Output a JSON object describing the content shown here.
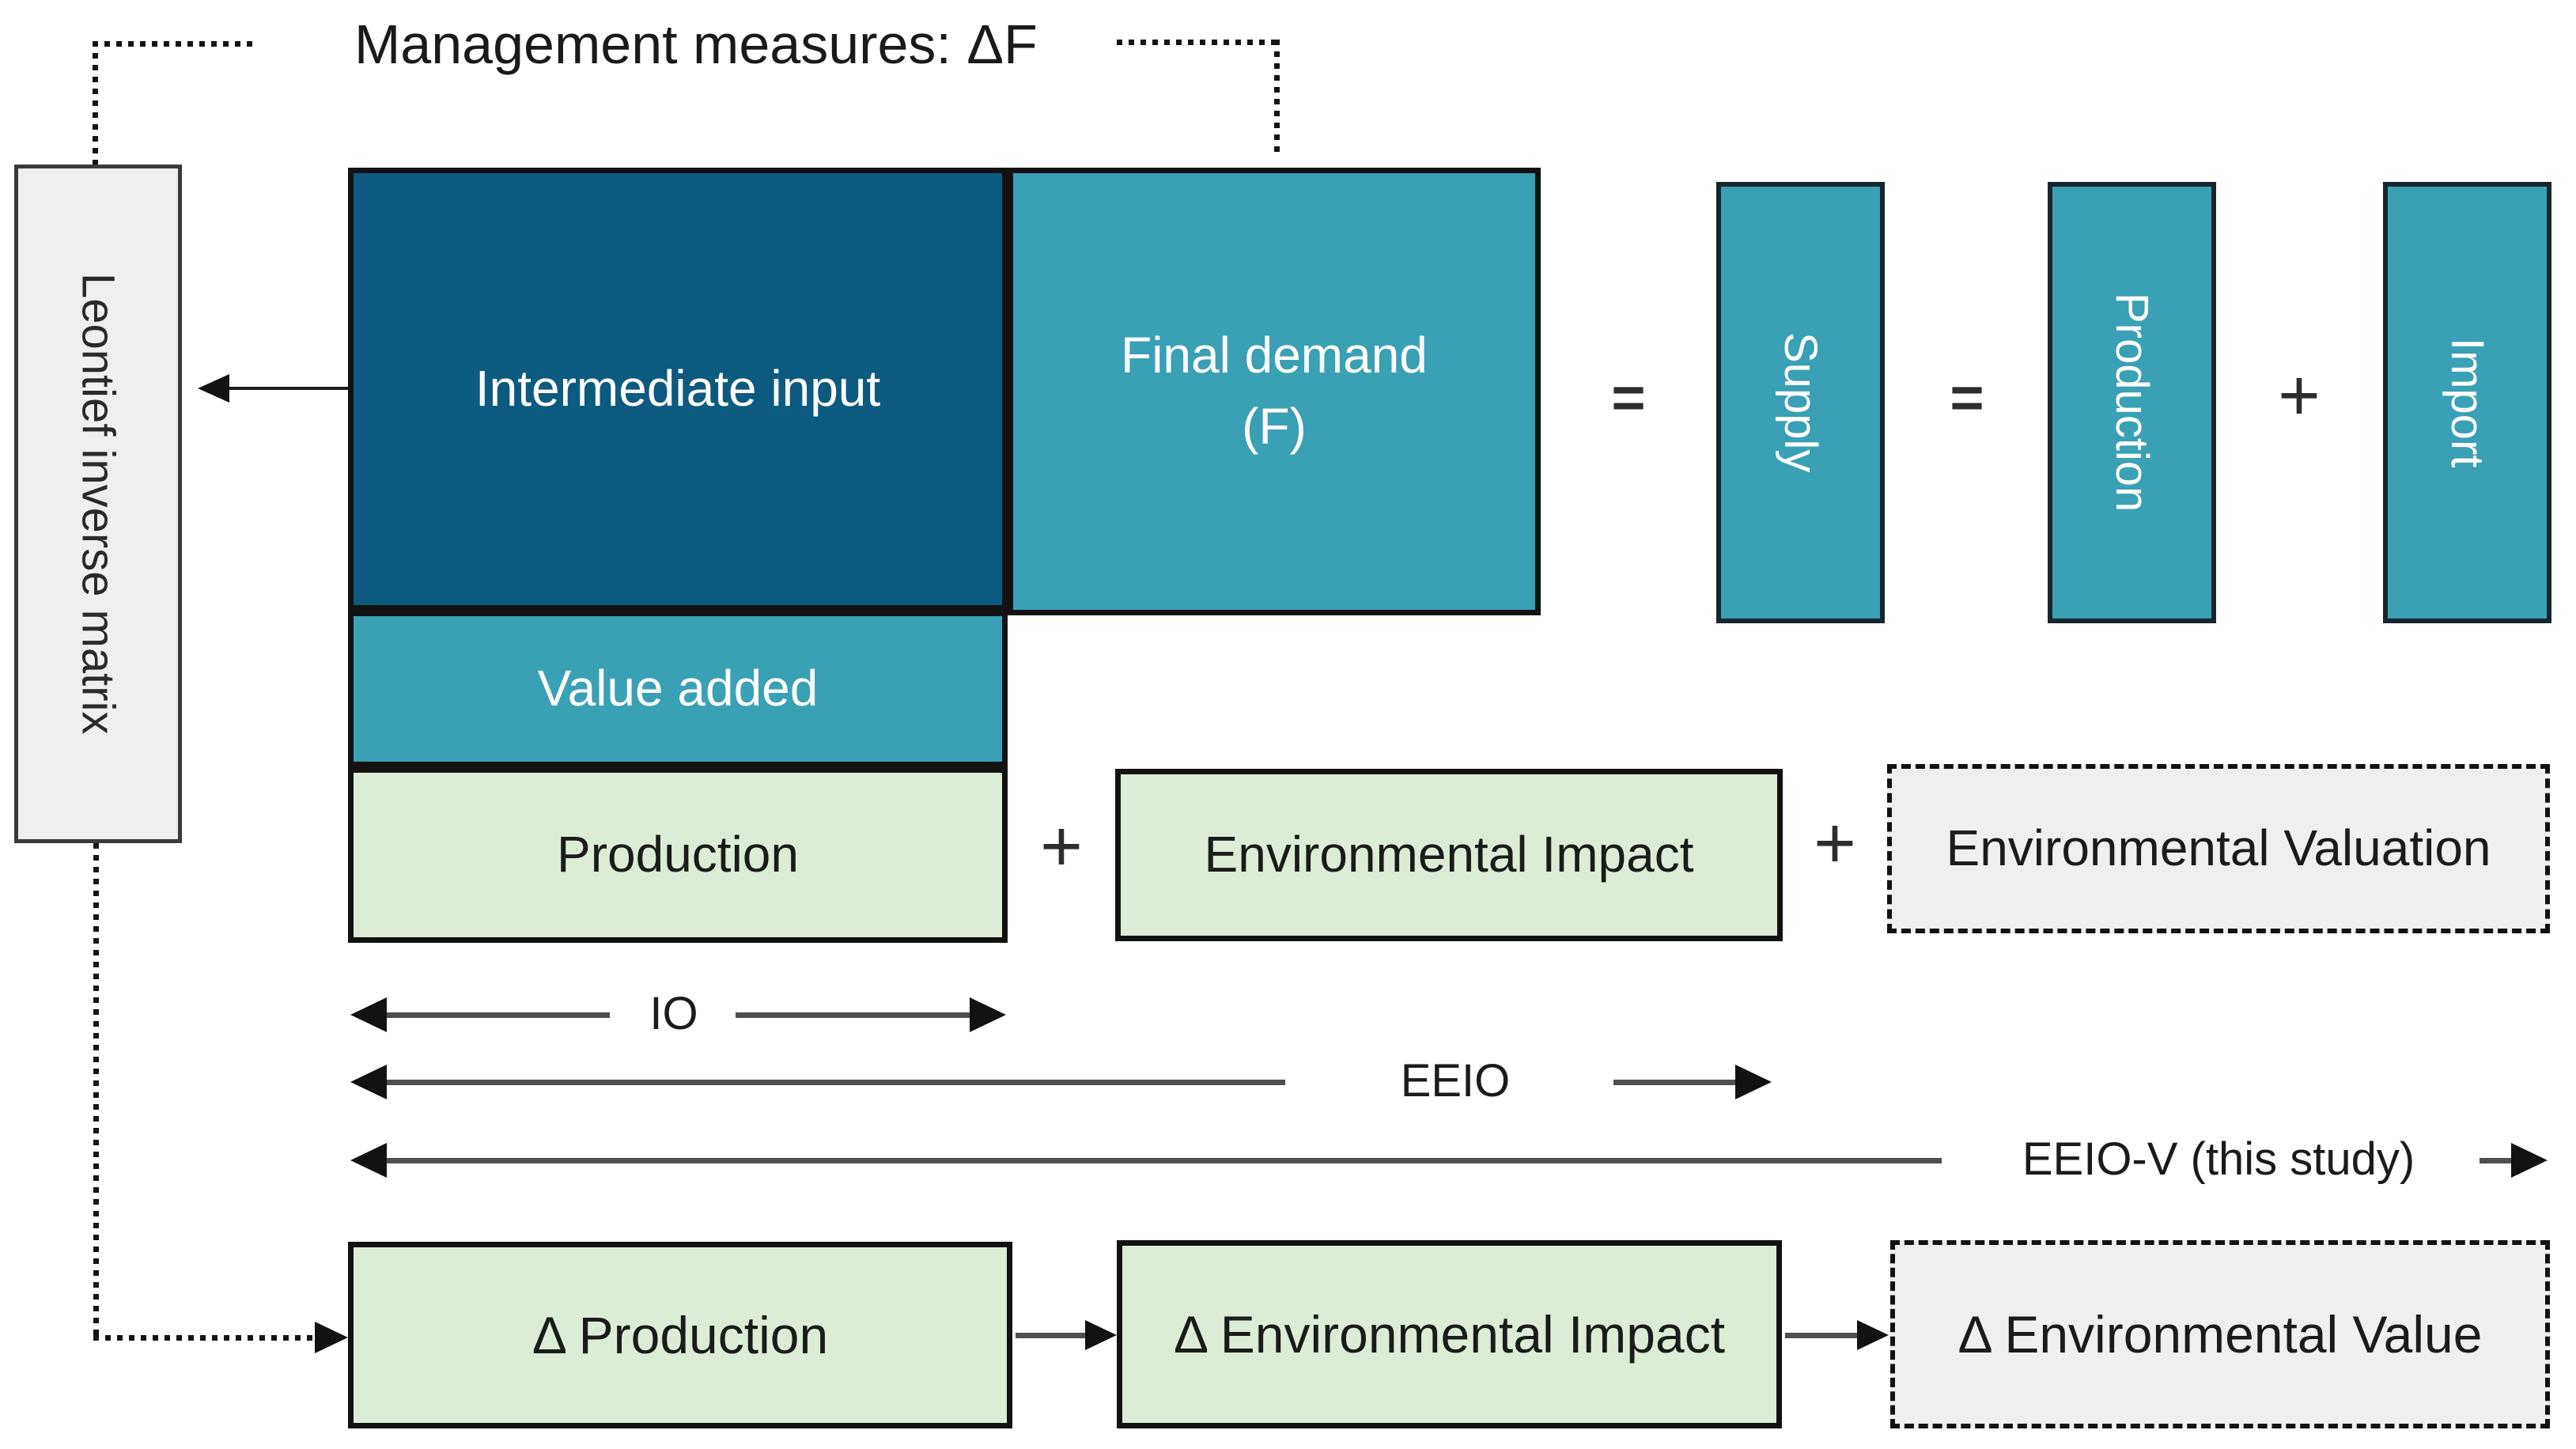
{
  "title": "Management measures: ΔF",
  "leontief": {
    "label": "Leontief inverse matrix"
  },
  "matrix": {
    "intermediate_input": "Intermediate input",
    "final_demand": "Final demand",
    "final_demand_symbol": "(F)",
    "value_added": "Value added",
    "production": "Production"
  },
  "identity": {
    "equals_matrix_supply": "=",
    "supply": "Supply",
    "equals_supply_production": "=",
    "production": "Production",
    "plus_production_import": "+",
    "import": "Import"
  },
  "environment": {
    "plus_production_impact": "+",
    "impact": "Environmental Impact",
    "plus_impact_valuation": "+",
    "valuation": "Environmental Valuation"
  },
  "scopes": {
    "io": "IO",
    "eeio": "EEIO",
    "eeio_v": "EEIO-V (this study)"
  },
  "delta": {
    "production": "Δ Production",
    "impact": "Δ Environmental Impact",
    "value": "Δ Environmental Value"
  },
  "colors": {
    "dark_blue": "#0d5a80",
    "teal": "#3aa0b6",
    "light_green": "#dcecd7",
    "light_gray": "#efeff0",
    "border": "#121212",
    "arrow_line": "#4f4f4f",
    "text_dark": "#1b1b1b",
    "text_light": "#ffffff"
  }
}
